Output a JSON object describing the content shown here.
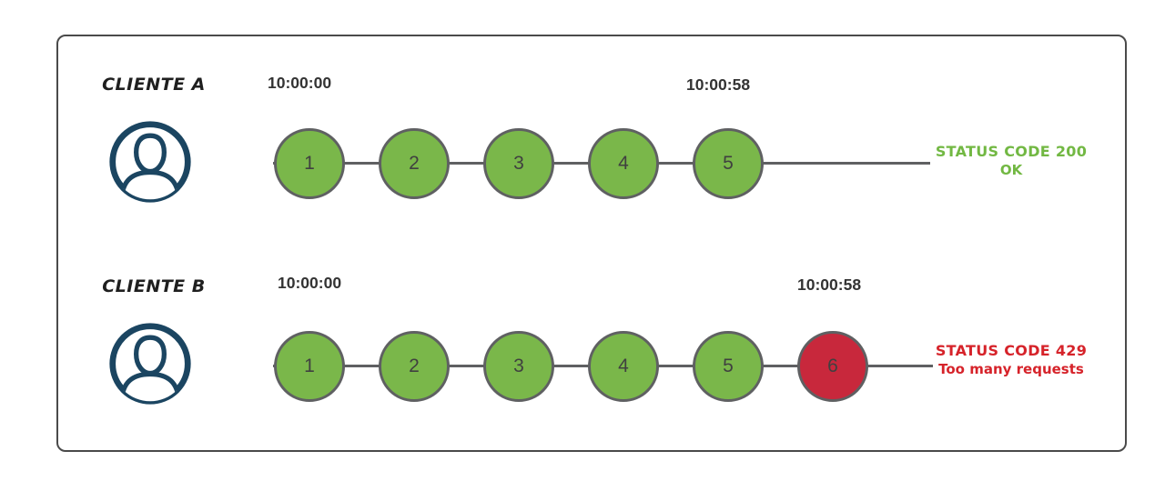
{
  "colors": {
    "request_ok": "#7ab74a",
    "request_blocked": "#c8283c",
    "status_success": "#72b843",
    "status_error": "#d6232a",
    "avatar": "#1b4561",
    "connector": "#5f6062",
    "circle_border": "#5f6062",
    "circle_number": "#404040",
    "frame_border": "#4a4a4a",
    "timestamp_text": "#333333",
    "label_text": "#1f1f1f"
  },
  "rows": [
    {
      "id": "client-a",
      "label": "CLIENTE A",
      "start_time": "10:00:00",
      "end_time": "10:00:58",
      "requests": [
        {
          "n": "1",
          "state": "ok"
        },
        {
          "n": "2",
          "state": "ok"
        },
        {
          "n": "3",
          "state": "ok"
        },
        {
          "n": "4",
          "state": "ok"
        },
        {
          "n": "5",
          "state": "ok"
        }
      ],
      "status": {
        "code_line": "STATUS CODE 200",
        "detail_line": "OK",
        "type": "success"
      }
    },
    {
      "id": "client-b",
      "label": "CLIENTE B",
      "start_time": "10:00:00",
      "end_time": "10:00:58",
      "requests": [
        {
          "n": "1",
          "state": "ok"
        },
        {
          "n": "2",
          "state": "ok"
        },
        {
          "n": "3",
          "state": "ok"
        },
        {
          "n": "4",
          "state": "ok"
        },
        {
          "n": "5",
          "state": "ok"
        },
        {
          "n": "6",
          "state": "blocked"
        }
      ],
      "status": {
        "code_line": "STATUS CODE 429",
        "detail_line": "Too many requests",
        "type": "error"
      }
    }
  ]
}
